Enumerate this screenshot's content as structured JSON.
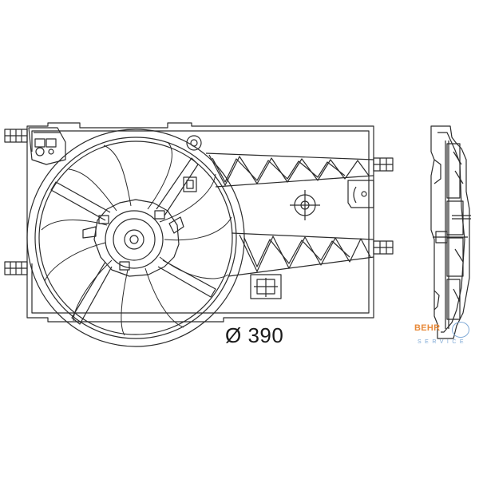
{
  "drawing": {
    "diameter_label": "Ø 390",
    "watermark": {
      "brand": "BEHR",
      "sub": "SERVICE"
    },
    "colors": {
      "line": "#2b2b2b",
      "watermark_orange": "#e88a3a",
      "watermark_blue": "#7fa9d6"
    }
  }
}
